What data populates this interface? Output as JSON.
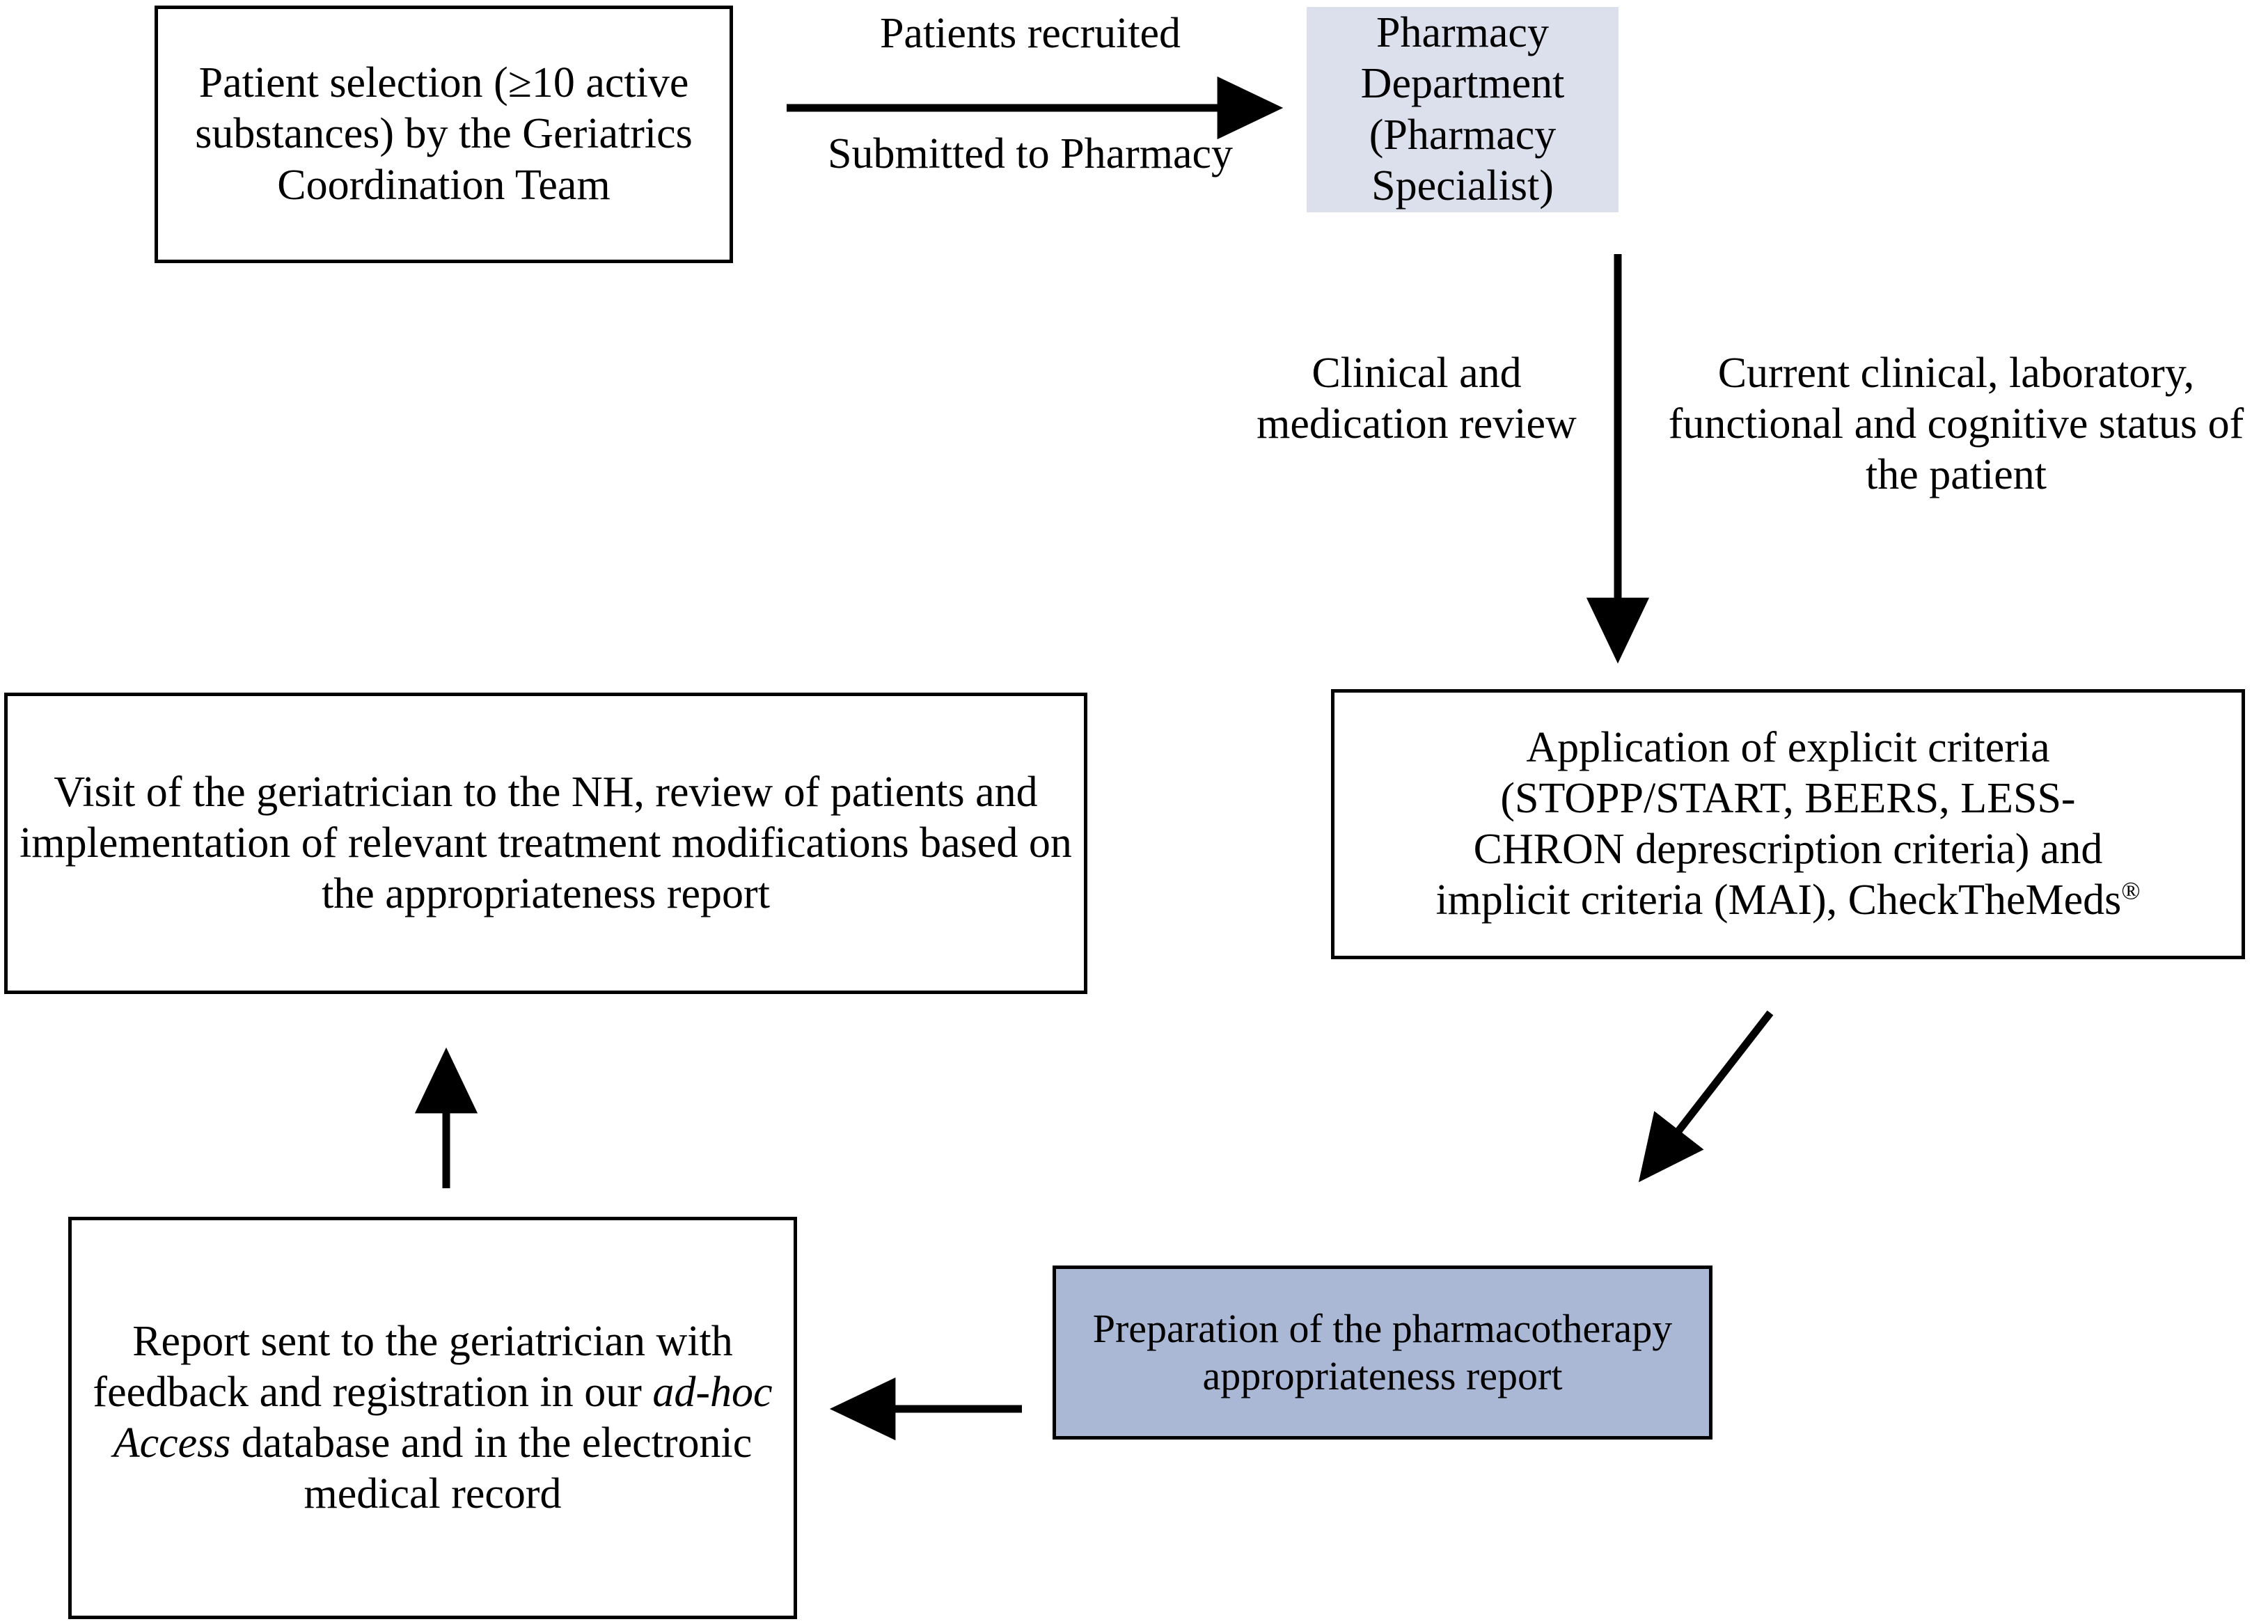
{
  "figure": {
    "type": "flowchart",
    "orientation": "clockwise-cycle",
    "background": "#ffffff",
    "line_color": "#000000"
  },
  "colors": {
    "node_border": "#000000",
    "node_default_fill": "#ffffff",
    "pharmacy_fill": "#dce0ec",
    "preparation_fill": "#aab8d6",
    "text": "#000000"
  },
  "nodes": {
    "patient_selection": {
      "label": "Patient selection (≥10 active substances) by the Geriatrics Coordination Team",
      "fill": "#ffffff",
      "bordered": true
    },
    "pharmacy_department": {
      "label": "Pharmacy Department (Pharmacy Specialist)",
      "fill": "#dce0ec",
      "bordered": false
    },
    "criteria": {
      "line1": "Application of explicit criteria",
      "line2": "(STOPP/START, BEERS, LESS-",
      "line3": "CHRON deprescription criteria) and",
      "line4_pre": "implicit criteria (MAI), CheckTheMeds",
      "line4_sup": "®",
      "fill": "#ffffff",
      "bordered": true
    },
    "geriatrician_visit": {
      "label": "Visit of the geriatrician to the NH, review of patients and implementation of relevant treatment modifications based on the appropriateness report",
      "fill": "#ffffff",
      "bordered": true
    },
    "report_sent": {
      "pre": "Report sent to the geriatrician with feedback and registration in our ",
      "italic": "ad-hoc Access",
      "post": " database and in the electronic medical record",
      "fill": "#ffffff",
      "bordered": true
    },
    "preparation": {
      "label": "Preparation of the pharmacotherapy appropriateness report",
      "fill": "#aab8d6",
      "bordered": true
    }
  },
  "edge_labels": {
    "patients_recruited": "Patients recruited",
    "submitted_to_pharmacy": "Submitted to Pharmacy",
    "clinical_and_medication_review": "Clinical and medication review",
    "current_status": "Current clinical, laboratory, functional and cognitive status of the patient"
  },
  "edges": [
    {
      "name": "patient-selection-to-pharmacy",
      "from": "patient_selection",
      "to": "pharmacy_department",
      "direction": "right",
      "labels": [
        "Patients recruited",
        "Submitted to Pharmacy"
      ]
    },
    {
      "name": "pharmacy-to-criteria",
      "from": "pharmacy_department",
      "to": "criteria",
      "direction": "down",
      "labels": [
        "Clinical and medication review",
        "Current clinical, laboratory, functional and cognitive status of the patient"
      ]
    },
    {
      "name": "criteria-to-preparation",
      "from": "criteria",
      "to": "preparation",
      "direction": "down-left",
      "labels": []
    },
    {
      "name": "preparation-to-report",
      "from": "preparation",
      "to": "report_sent",
      "direction": "left",
      "labels": []
    },
    {
      "name": "report-to-geriatrician-visit",
      "from": "report_sent",
      "to": "geriatrician_visit",
      "direction": "up",
      "labels": []
    }
  ]
}
